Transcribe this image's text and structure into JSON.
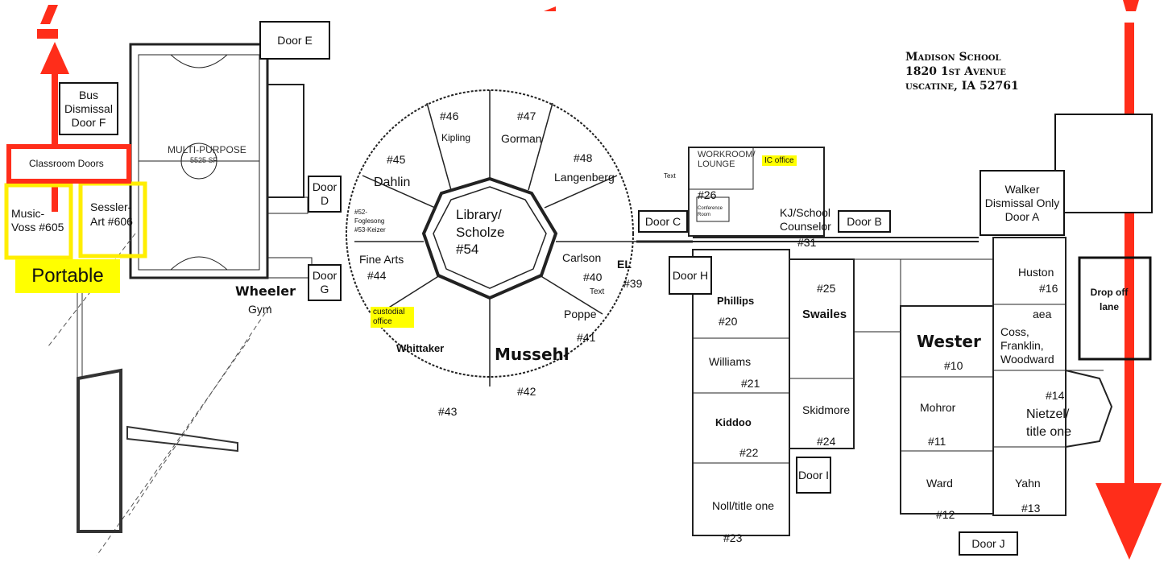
{
  "address": {
    "line1": "Madison School",
    "line2": "1820 1st Avenue",
    "line3": "uscatine, IA 52761"
  },
  "doors": {
    "a": "Walker Dismissal Only Door A",
    "b": "Door B",
    "c": "Door C",
    "d": "Door D",
    "e": "Door E",
    "f": "Bus Dismissal Door F",
    "g": "Door G",
    "h": "Door H",
    "i": "Door I",
    "j": "Door J"
  },
  "labels": {
    "classroom_doors": "Classroom Doors",
    "music": "Music-Voss #605",
    "art": "Sessler-Art #606",
    "portable": "Portable",
    "multipurpose": "MULTI-PURPOSE",
    "mp_area": "5525 SF",
    "wheeler": "Wheeler",
    "gym": "Gym",
    "drop_off": "Drop off lane",
    "workroom": "WORKROOM/ LOUNGE",
    "ic_office": "IC office",
    "custodial": "custodial office",
    "conference": "Conference Room",
    "text": "Text"
  },
  "rooms": [
    {
      "id": "45",
      "name": "Dahlin",
      "num": "#45"
    },
    {
      "id": "46",
      "name": "Kipling",
      "num": "#46"
    },
    {
      "id": "47",
      "name": "Gorman",
      "num": "#47"
    },
    {
      "id": "48",
      "name": "Langenberg",
      "num": "#48"
    },
    {
      "id": "54",
      "name": "Library/ Scholze",
      "num": "#54"
    },
    {
      "id": "52",
      "name": "#52- Foglesong #53-Keizer"
    },
    {
      "id": "44",
      "name": "Fine Arts",
      "num": "#44"
    },
    {
      "id": "40",
      "name": "Carlson",
      "num": "#40"
    },
    {
      "id": "39",
      "name": "EL",
      "num": "#39"
    },
    {
      "id": "41",
      "name": "Poppe",
      "num": "#41"
    },
    {
      "id": "42",
      "name": "Mussehl",
      "num": "#42"
    },
    {
      "id": "43",
      "name": "Whittaker",
      "num": "#43"
    },
    {
      "id": "26",
      "num": "#26"
    },
    {
      "id": "31",
      "name": "KJ/School Counselor",
      "num": "#31"
    },
    {
      "id": "20",
      "name": "Phillips",
      "num": "#20"
    },
    {
      "id": "21",
      "name": "Williams",
      "num": "#21"
    },
    {
      "id": "22",
      "name": "Kiddoo",
      "num": "#22"
    },
    {
      "id": "23",
      "name": "Noll/title one",
      "num": "#23"
    },
    {
      "id": "25",
      "name": "Swailes",
      "num": "#25"
    },
    {
      "id": "24",
      "name": "Skidmore",
      "num": "#24"
    },
    {
      "id": "10",
      "name": "Wester",
      "num": "#10"
    },
    {
      "id": "11",
      "name": "Mohror",
      "num": "#11"
    },
    {
      "id": "12",
      "name": "Ward",
      "num": "#12"
    },
    {
      "id": "16",
      "name": "Huston",
      "num": "#16"
    },
    {
      "id": "aea",
      "name": "aea"
    },
    {
      "id": "cfw",
      "name": "Coss, Franklin, Woodward"
    },
    {
      "id": "14",
      "name": "Nietzel/ title one",
      "num": "#14"
    },
    {
      "id": "13",
      "name": "Yahn",
      "num": "#13"
    }
  ],
  "colors": {
    "arrow": "#ff2d1a",
    "highlight": "#ffff00",
    "line": "#222222"
  }
}
